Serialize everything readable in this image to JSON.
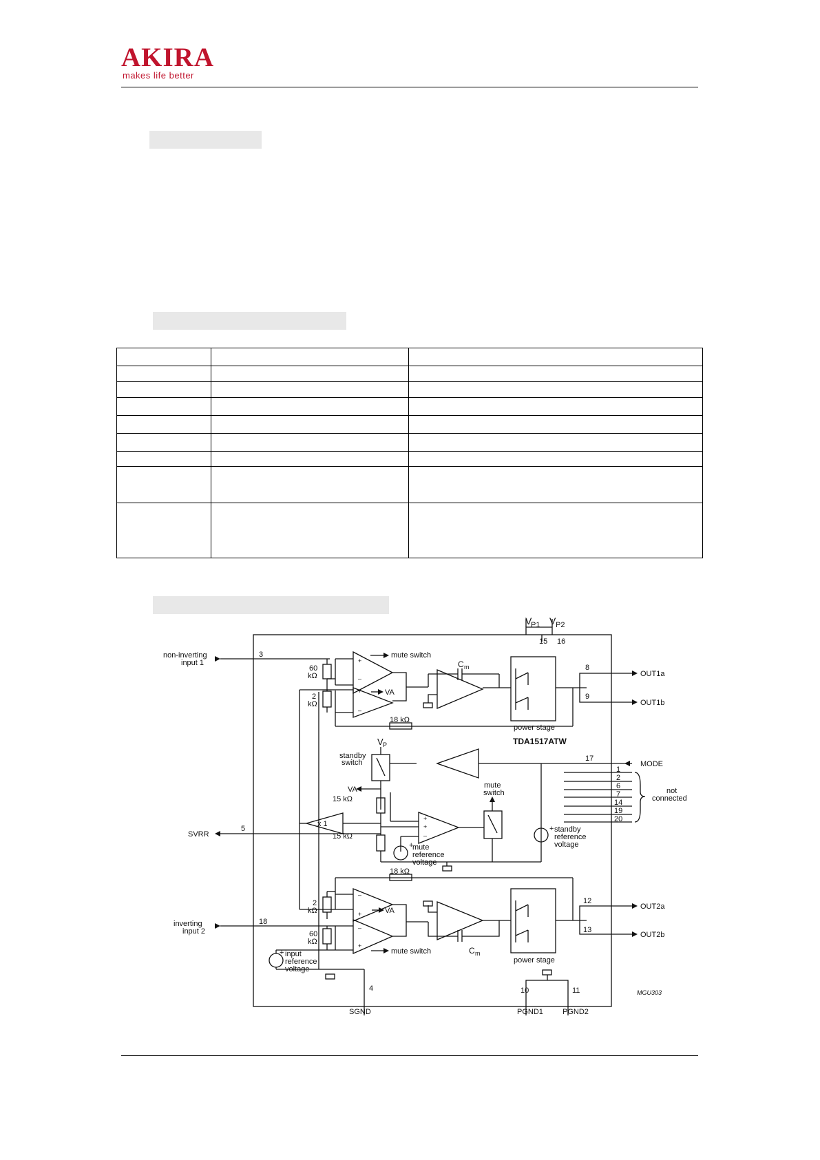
{
  "header": {
    "brand": "AKIRA",
    "tagline": "makes life better"
  },
  "colors": {
    "brand": "#c0142d",
    "section_bar": "#e8e8e8"
  },
  "spec_table": {
    "rows": [
      [
        "",
        "",
        ""
      ],
      [
        "",
        "",
        ""
      ],
      [
        "",
        "",
        ""
      ],
      [
        "",
        "",
        ""
      ],
      [
        "",
        "",
        ""
      ],
      [
        "",
        "",
        ""
      ],
      [
        "",
        "",
        ""
      ],
      [
        "",
        "",
        ""
      ],
      [
        "",
        "",
        ""
      ]
    ]
  },
  "diagram": {
    "chip_name": "TDA1517ATW",
    "ref_code": "MGU303",
    "supply": {
      "vp1": "V",
      "vp1_sub": "P1",
      "vp2": "V",
      "vp2_sub": "P2",
      "vp": "V",
      "vp_sub": "P",
      "pin_vp1": "15",
      "pin_vp2": "16"
    },
    "inputs": {
      "in1_line1": "non-inverting",
      "in1_line2": "input 1",
      "in1_pin": "3",
      "in2_line1": "inverting",
      "in2_line2": "input 2",
      "in2_pin": "18"
    },
    "outputs": {
      "out1a": "OUT1a",
      "out1a_pin": "8",
      "out1b": "OUT1b",
      "out1b_pin": "9",
      "out2a": "OUT2a",
      "out2a_pin": "12",
      "out2b": "OUT2b",
      "out2b_pin": "13"
    },
    "mode": {
      "label": "MODE",
      "pin": "17"
    },
    "svrr": {
      "label": "SVRR",
      "pin": "5"
    },
    "grounds": {
      "sgnd": "SGND",
      "sgnd_pin": "4",
      "pgnd1": "PGND1",
      "pgnd1_pin": "10",
      "pgnd2": "PGND2",
      "pgnd2_pin": "11"
    },
    "not_connected": {
      "pins": [
        "1",
        "2",
        "6",
        "7",
        "14",
        "19",
        "20"
      ],
      "line1": "not",
      "line2": "connected"
    },
    "labels": {
      "mute_switch": "mute switch",
      "mute_switch_l1": "mute",
      "mute_switch_l2": "switch",
      "va": "VA",
      "cm": "C",
      "cm_sub": "m",
      "power_stage": "power stage",
      "r60_val": "60",
      "r2_val": "2",
      "k_ohm": "kΩ",
      "r18": "18 kΩ",
      "r15": "15 kΩ",
      "standby_l1": "standby",
      "standby_l2": "switch",
      "x1": "x 1",
      "mute_ref_l1": "mute",
      "mute_ref_l2": "reference",
      "mute_ref_l3": "voltage",
      "standby_ref_l1": "standby",
      "standby_ref_l2": "reference",
      "standby_ref_l3": "voltage",
      "input_ref_l1": "input",
      "input_ref_l2": "reference",
      "input_ref_l3": "voltage",
      "plus": "+",
      "minus": "–"
    }
  }
}
